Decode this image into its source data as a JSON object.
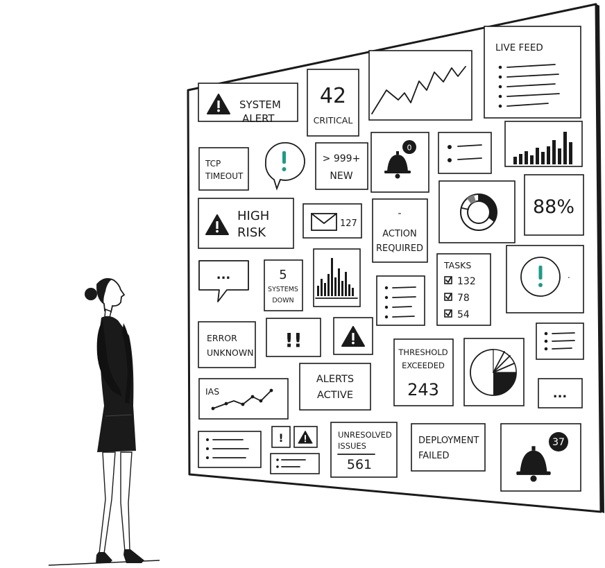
{
  "illustration": {
    "subject": "woman",
    "accent_color": "#1f9a8a",
    "ink_color": "#1a1a1a"
  },
  "wall": {
    "system_alert": {
      "line1": "SYSTEM",
      "line2": "ALERT",
      "icon": "warning-icon"
    },
    "critical": {
      "value": "42",
      "label": "CRITICAL"
    },
    "trend_chart": {
      "icon": "line-chart-icon"
    },
    "live_feed": {
      "title": "LIVE FEED",
      "icon": "list-icon"
    },
    "tcp_timeout": {
      "line1": "TCP",
      "line2": "TIMEOUT"
    },
    "exclamation_bubble": {
      "icon": "exclamation-icon"
    },
    "new_count": {
      "value": "> 999+",
      "label": "NEW"
    },
    "bell_zero": {
      "badge": "0",
      "icon": "bell-icon"
    },
    "bullet_list_1": {
      "icon": "list-icon"
    },
    "bar_chart": {
      "icon": "bar-chart-icon"
    },
    "high_risk": {
      "line1": "HIGH",
      "line2": "RISK",
      "icon": "warning-icon"
    },
    "mail": {
      "count": "127",
      "icon": "envelope-icon"
    },
    "action_required": {
      "dash": "-",
      "line1": "ACTION",
      "line2": "REQUIRED"
    },
    "donut": {
      "icon": "donut-chart-icon"
    },
    "percent": {
      "value": "88%"
    },
    "ellipsis_bubble": {
      "text": "..."
    },
    "systems_down": {
      "value": "5",
      "line1": "SYSTEMS",
      "line2": "DOWN"
    },
    "histogram": {
      "icon": "histogram-icon"
    },
    "bullet_list_2": {
      "icon": "list-icon"
    },
    "tasks": {
      "title": "TASKS",
      "items": [
        {
          "value": "132"
        },
        {
          "value": "78"
        },
        {
          "value": "54"
        }
      ]
    },
    "exclamation_circle": {
      "icon": "exclamation-icon",
      "dot": "."
    },
    "error_unknown": {
      "line1": "ERROR",
      "line2": "UNKNOWN"
    },
    "double_exclamation": {
      "text": "!!"
    },
    "warning_tile": {
      "icon": "warning-icon"
    },
    "threshold": {
      "line1": "THRESHOLD",
      "line2": "EXCEEDED",
      "value": "243"
    },
    "pie": {
      "icon": "pie-chart-icon"
    },
    "bullet_list_3": {
      "icon": "list-icon"
    },
    "ias": {
      "label": "IAS",
      "icon": "scatter-line-icon"
    },
    "alerts_active": {
      "line1": "ALERTS",
      "line2": "ACTIVE"
    },
    "ellipsis_box": {
      "text": "..."
    },
    "list_small": {
      "icon": "list-icon"
    },
    "bang_box": {
      "text": "!",
      "icon": "warning-icon"
    },
    "list_small_2": {
      "icon": "list-icon"
    },
    "unresolved": {
      "line1": "UNRESOLVED",
      "line2": "ISSUES",
      "value": "561"
    },
    "deployment": {
      "line1": "DEPLOYMENT",
      "line2": "FAILED"
    },
    "bell_37": {
      "badge": "37",
      "icon": "bell-icon"
    }
  }
}
